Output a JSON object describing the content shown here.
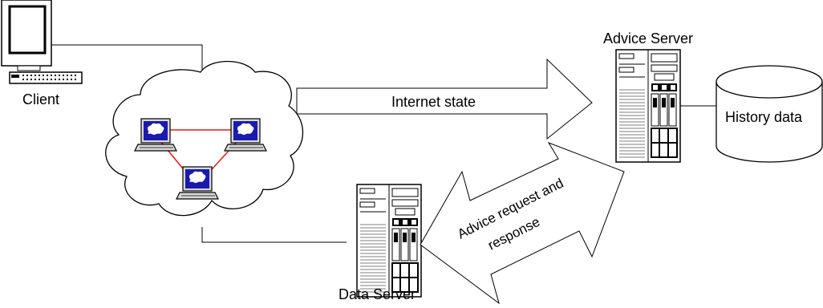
{
  "labels": {
    "client": "Client",
    "advice_server": "Advice Server",
    "data_server": "Data Server",
    "internet_state": "Internet state",
    "history_data": "History data",
    "advice_line1": "Advice request and",
    "advice_line2": "response"
  },
  "colors": {
    "link": "#e41a1a",
    "screen": "#1a1ab0",
    "line": "#000000",
    "fill": "#ffffff"
  },
  "icons": {
    "client": "desktop-computer-icon",
    "network_nodes": "laptop-icon",
    "servers": "tower-server-icon",
    "database": "cylinder-database-icon"
  }
}
